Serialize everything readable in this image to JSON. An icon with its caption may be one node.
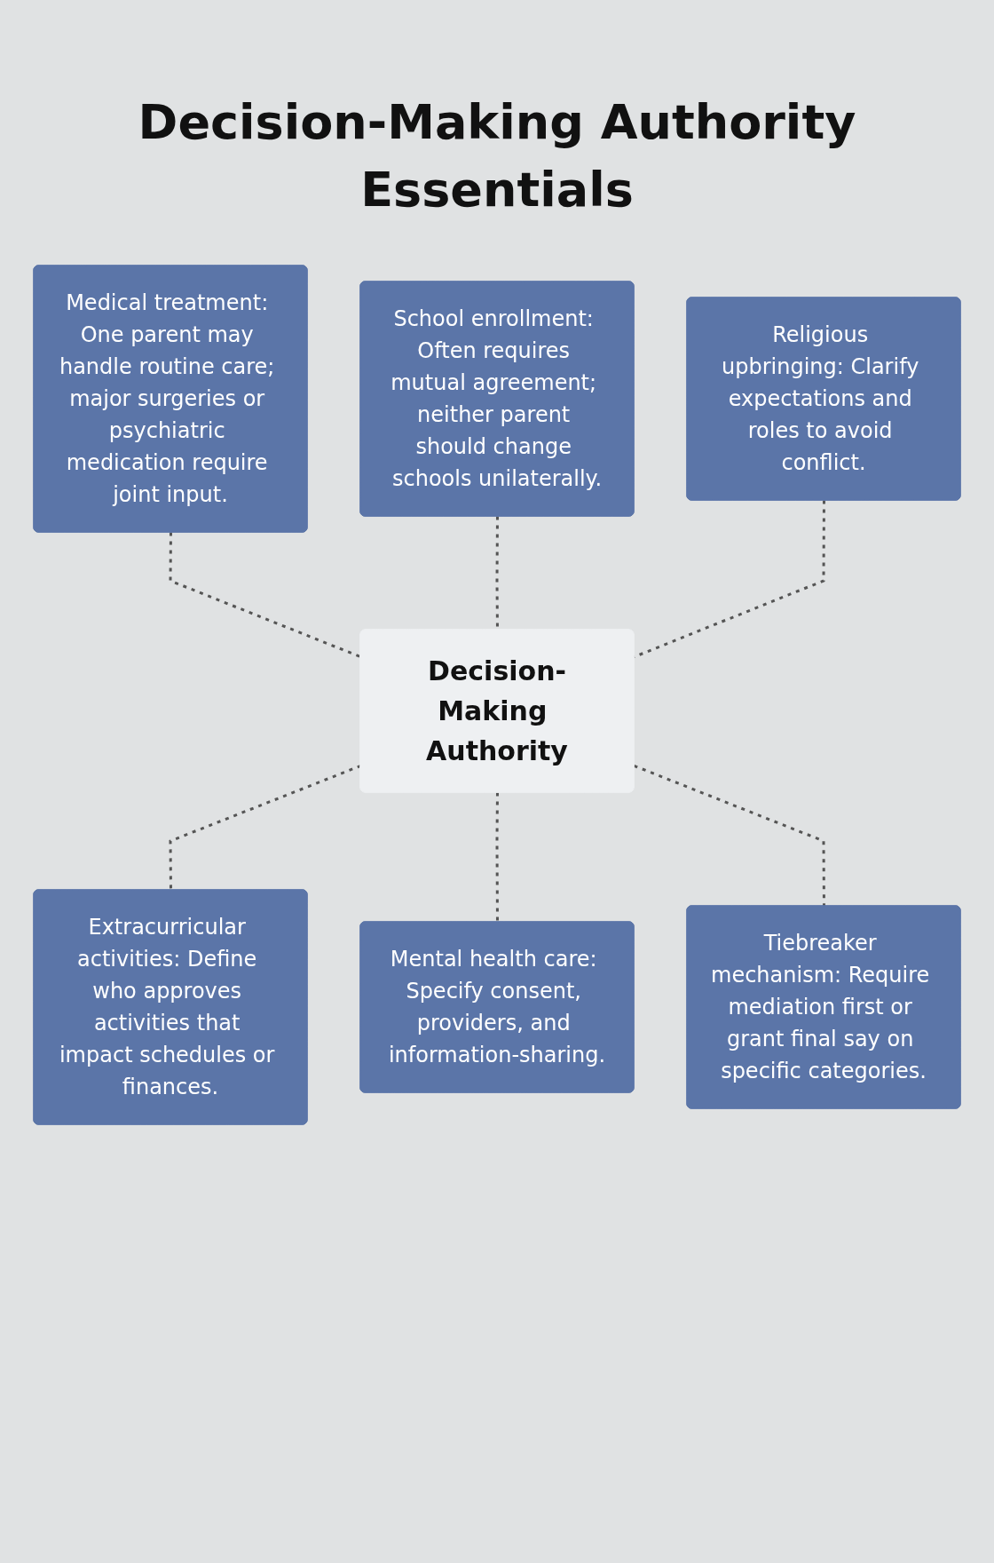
{
  "diagram": {
    "title": "Decision-Making Authority Essentials",
    "nodes": [
      {
        "text": [
          "Medical treatment: One parent may handle routine care; major surgeries or psychiatric medication require joint input."
        ]
      },
      {
        "text": [
          "School enrollment: Often requires mutual agreement; neither parent should change schools unilaterally."
        ]
      },
      {
        "text": [
          "Religious upbringing: Clarify expectations and roles to avoid conflict."
        ]
      },
      {
        "text": [
          "Decision-Making Authority"
        ]
      },
      {
        "text": [
          "Extracurricular activities: Define who approves activities that impact schedules or finances."
        ]
      },
      {
        "text": [
          "Mental health care: Specify consent, providers, and information-sharing."
        ]
      },
      {
        "text": [
          "Tiebreaker mechanism: Require mediation first or grant final say on specific categories."
        ]
      }
    ],
    "edges": [
      {
        "from": 0,
        "to": 3,
        "arrow": "none",
        "style": "dashed"
      },
      {
        "from": 1,
        "to": 3,
        "arrow": "none",
        "style": "dashed"
      },
      {
        "from": 2,
        "to": 3,
        "arrow": "none",
        "style": "dashed"
      },
      {
        "from": 3,
        "to": 4,
        "arrow": "none",
        "style": "dashed"
      },
      {
        "from": 3,
        "to": 5,
        "arrow": "none",
        "style": "dashed"
      },
      {
        "from": 3,
        "to": 6,
        "arrow": "none",
        "style": "dashed"
      }
    ]
  }
}
